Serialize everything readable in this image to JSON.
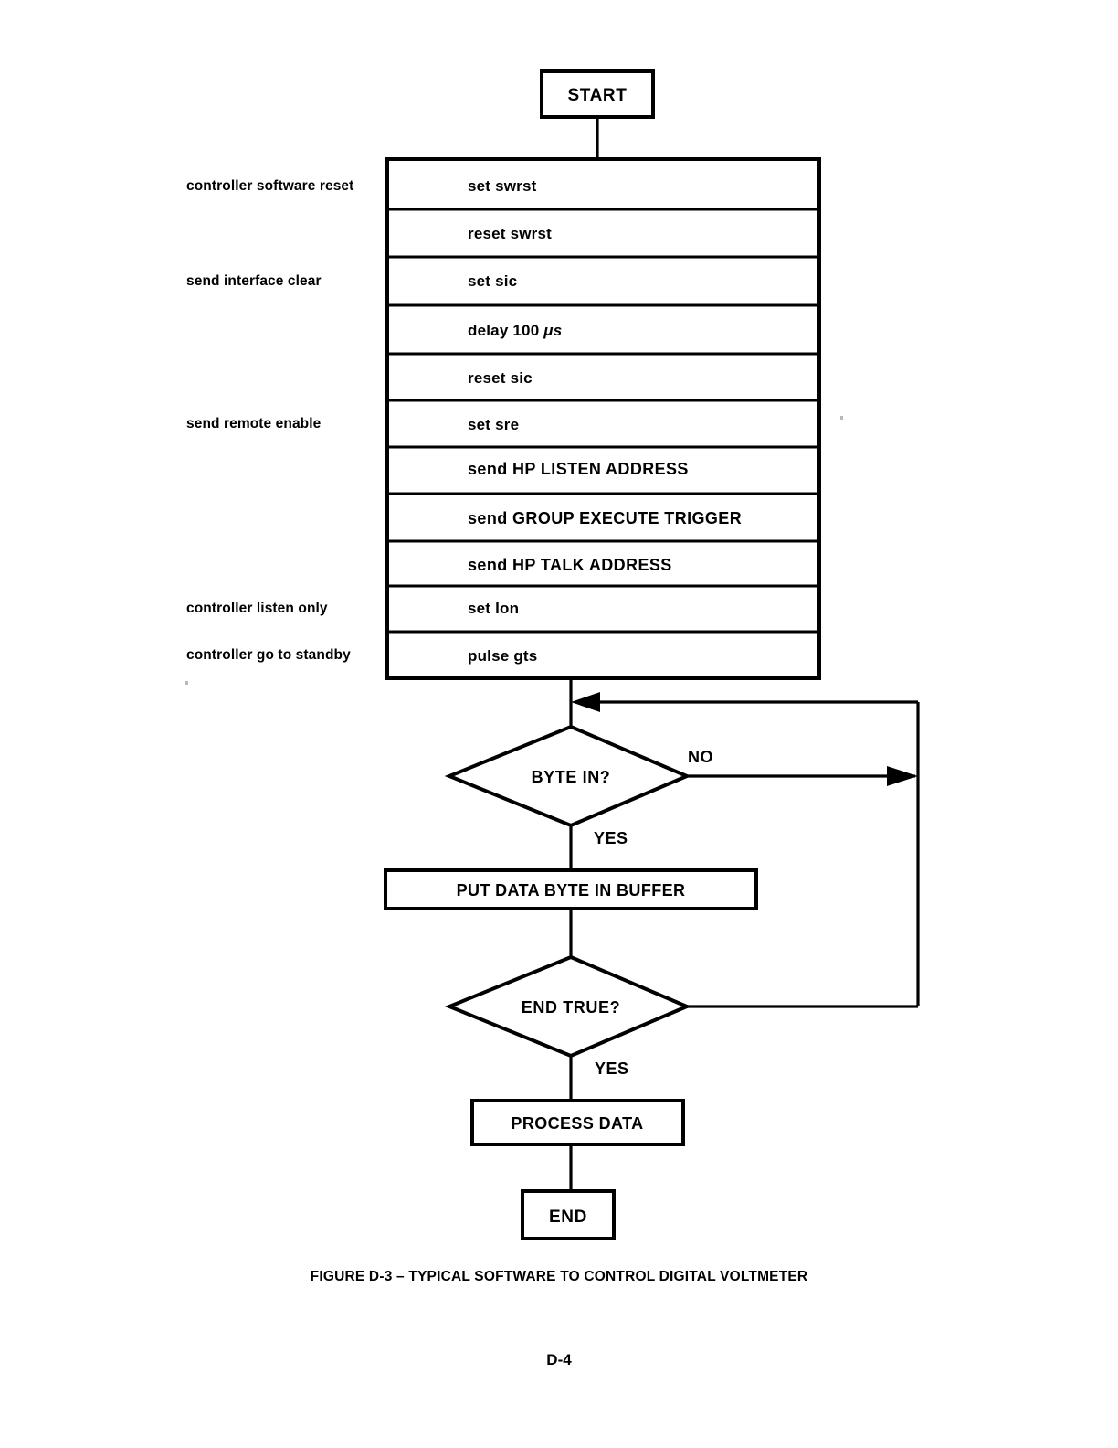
{
  "document": {
    "figure_caption": "FIGURE D-3 – TYPICAL SOFTWARE TO CONTROL DIGITAL VOLTMETER",
    "page_number": "D-4"
  },
  "chart_data": {
    "type": "diagram",
    "title": "FIGURE D-3 – TYPICAL SOFTWARE TO CONTROL DIGITAL VOLTMETER",
    "diagram_kind": "flowchart",
    "orientation": "top-to-bottom",
    "nodes": [
      {
        "id": "start",
        "shape": "terminator",
        "label": "START"
      },
      {
        "id": "step1",
        "shape": "process",
        "label": "set swrst"
      },
      {
        "id": "step2",
        "shape": "process",
        "label": "reset swrst"
      },
      {
        "id": "step3",
        "shape": "process",
        "label": "set sic"
      },
      {
        "id": "step4",
        "shape": "process",
        "label": "delay 100 μs"
      },
      {
        "id": "step5",
        "shape": "process",
        "label": "reset sic"
      },
      {
        "id": "step6",
        "shape": "process",
        "label": "set sre"
      },
      {
        "id": "step7",
        "shape": "process",
        "label": "send HP LISTEN ADDRESS"
      },
      {
        "id": "step8",
        "shape": "process",
        "label": "send GROUP EXECUTE TRIGGER"
      },
      {
        "id": "step9",
        "shape": "process",
        "label": "send HP TALK ADDRESS"
      },
      {
        "id": "step10",
        "shape": "process",
        "label": "set lon"
      },
      {
        "id": "step11",
        "shape": "process",
        "label": "pulse gts"
      },
      {
        "id": "dec1",
        "shape": "decision",
        "label": "BYTE IN?"
      },
      {
        "id": "buffer",
        "shape": "process",
        "label": "PUT DATA BYTE IN BUFFER"
      },
      {
        "id": "dec2",
        "shape": "decision",
        "label": "END TRUE?"
      },
      {
        "id": "process",
        "shape": "process",
        "label": "PROCESS DATA"
      },
      {
        "id": "end",
        "shape": "terminator",
        "label": "END"
      }
    ],
    "edges": [
      {
        "from": "start",
        "to": "step1",
        "label": ""
      },
      {
        "from": "step11",
        "to": "dec1",
        "label": ""
      },
      {
        "from": "dec1",
        "to": "buffer",
        "label": "YES"
      },
      {
        "from": "dec1",
        "to": "dec1",
        "label": "NO"
      },
      {
        "from": "buffer",
        "to": "dec2",
        "label": ""
      },
      {
        "from": "dec2",
        "to": "process",
        "label": "YES"
      },
      {
        "from": "dec2",
        "to": "dec1",
        "label": ""
      },
      {
        "from": "process",
        "to": "end",
        "label": ""
      }
    ]
  },
  "flowchart": {
    "start": {
      "label": "START"
    },
    "end": {
      "label": "END"
    },
    "steps": [
      {
        "label": "set swrst",
        "annotation": "controller software reset"
      },
      {
        "label": "reset swrst",
        "annotation": ""
      },
      {
        "label": "set sic",
        "annotation": "send interface clear"
      },
      {
        "label": "delay 100 ",
        "unit": "μs",
        "annotation": ""
      },
      {
        "label": "reset sic",
        "annotation": ""
      },
      {
        "label": "set sre",
        "annotation": "send remote enable"
      },
      {
        "label": "send HP LISTEN ADDRESS",
        "annotation": ""
      },
      {
        "label": "send GROUP EXECUTE TRIGGER",
        "annotation": ""
      },
      {
        "label": "send HP TALK ADDRESS",
        "annotation": ""
      },
      {
        "label": "set lon",
        "annotation": "controller listen only"
      },
      {
        "label": "pulse gts",
        "annotation": "controller go to standby"
      }
    ],
    "decisions": [
      {
        "label": "BYTE IN?",
        "yes_label": "YES",
        "no_label": "NO"
      },
      {
        "label": "END TRUE?",
        "yes_label": "YES",
        "no_label": ""
      }
    ],
    "process_boxes": [
      {
        "label": "PUT DATA BYTE IN BUFFER"
      },
      {
        "label": "PROCESS DATA"
      }
    ]
  },
  "colors": {
    "ink": "#000000",
    "paper": "#ffffff"
  }
}
